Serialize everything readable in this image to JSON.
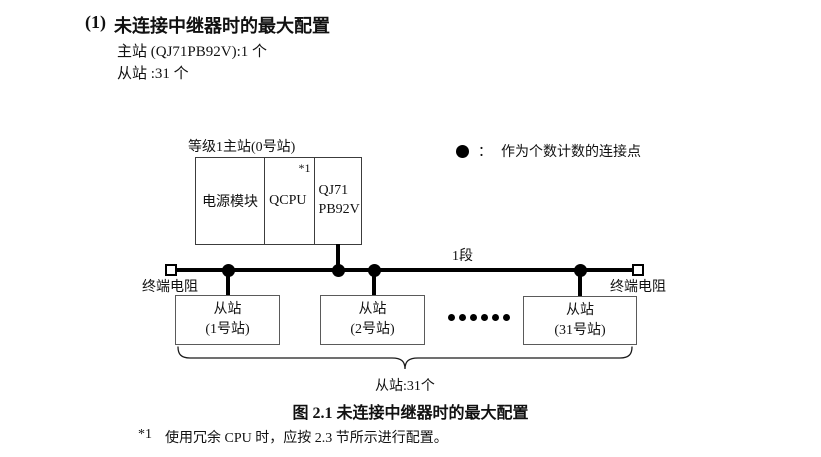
{
  "section": {
    "number": "(1)",
    "title": "未连接中继器时的最大配置",
    "master_line": "主站 (QJ71PB92V):1 个",
    "slave_line": "从站 :31 个"
  },
  "diagram": {
    "master": {
      "label": "等级1主站(0号站)",
      "power_module": "电源模块",
      "cpu": "QCPU",
      "cpu_note": "*1",
      "module_line1": "QJ71",
      "module_line2": "PB92V"
    },
    "legend": {
      "icon": "connection-point-dot",
      "separator": "：",
      "label": "作为个数计数的连接点"
    },
    "segment_label": "1段",
    "terminator_left_label": "终端电阻",
    "terminator_right_label": "终端电阻",
    "slaves": [
      {
        "name": "从站",
        "station": "(1号站)"
      },
      {
        "name": "从站",
        "station": "(2号站)"
      },
      {
        "name": "从站",
        "station": "(31号站)"
      }
    ],
    "brace_label": "从站:31个"
  },
  "caption": "图 2.1 未连接中继器时的最大配置",
  "footnote": {
    "marker": "*1",
    "text": "使用冗余 CPU 时，应按 2.3 节所示进行配置。"
  },
  "colors": {
    "text": "#111111",
    "line": "#000000",
    "box_border": "#555555",
    "background": "#ffffff"
  }
}
